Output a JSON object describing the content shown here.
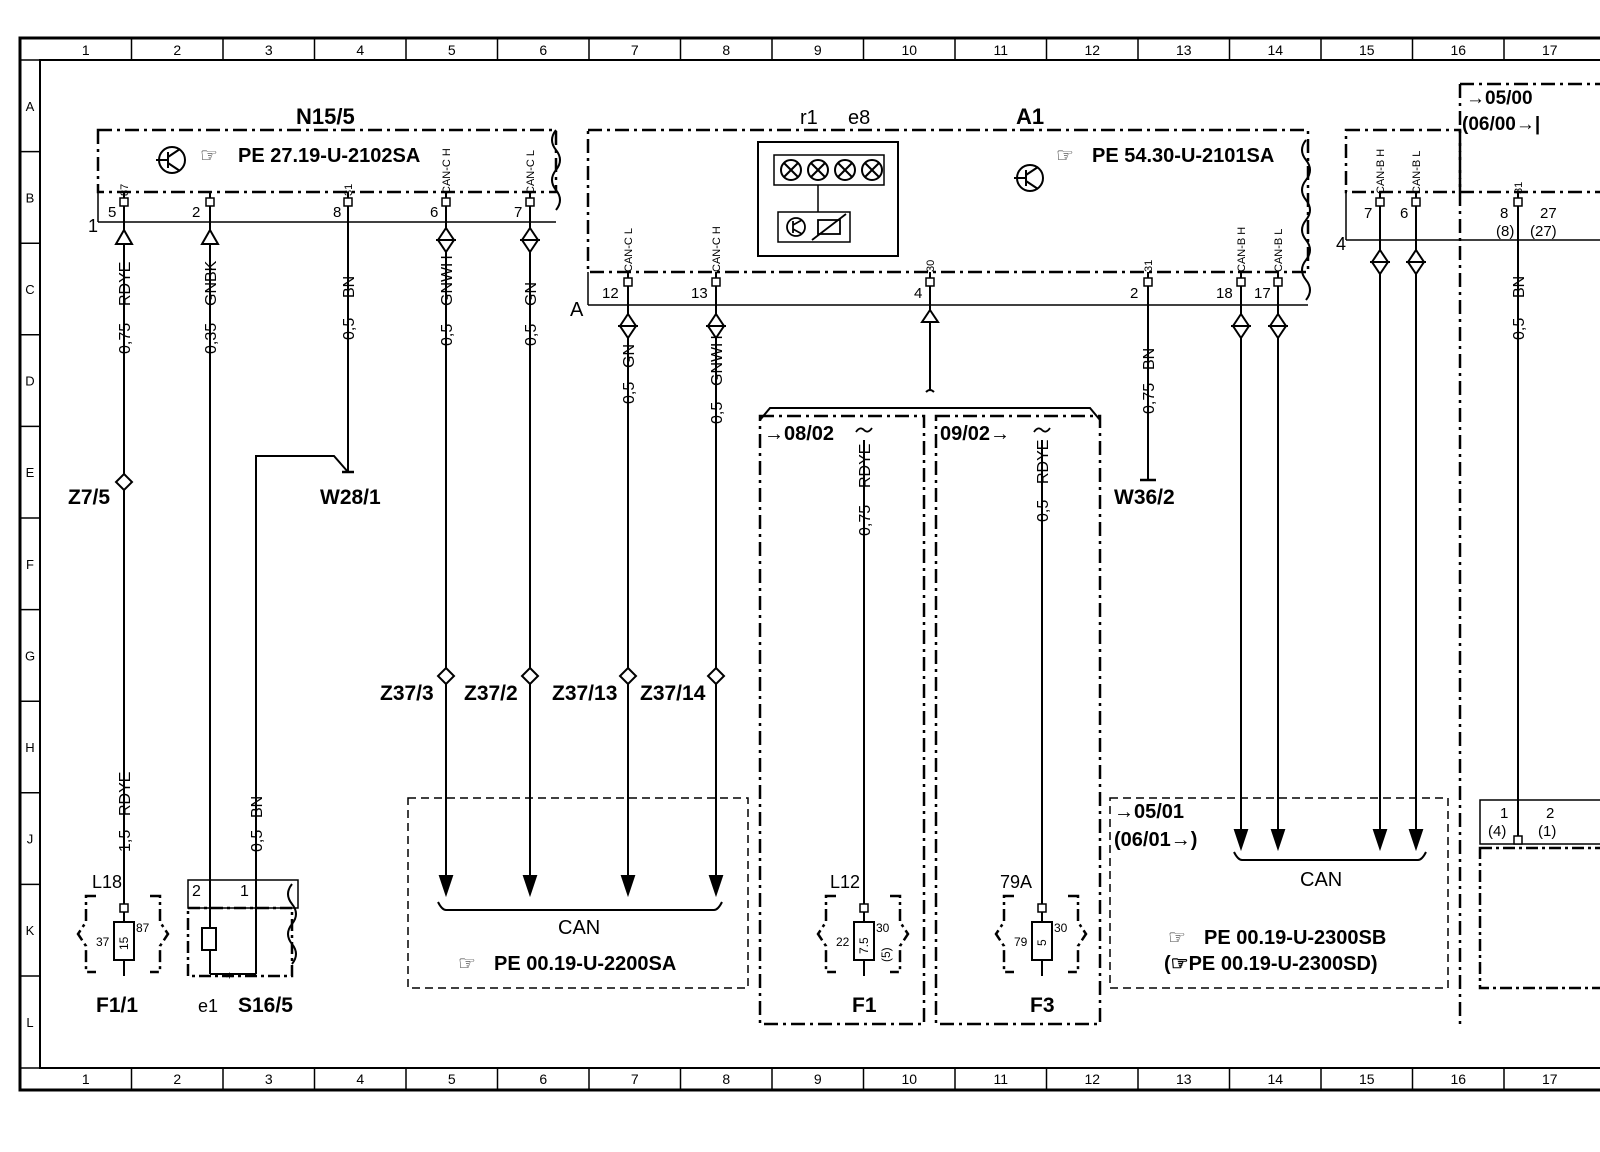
{
  "grid": {
    "columns": [
      "1",
      "2",
      "3",
      "4",
      "5",
      "6",
      "7",
      "8",
      "9",
      "10",
      "11",
      "12",
      "13",
      "14",
      "15",
      "16",
      "17"
    ],
    "rows": [
      "A",
      "B",
      "C",
      "D",
      "E",
      "F",
      "G",
      "H",
      "J",
      "K",
      "L"
    ]
  },
  "components": {
    "n15_5": {
      "id": "N15/5",
      "ref": "PE  27.19-U-2102SA",
      "ref_icon": "pointing-hand-icon",
      "conn": "1",
      "pins": [
        {
          "num": "5",
          "name": "87"
        },
        {
          "num": "2",
          "name": ""
        },
        {
          "num": "8",
          "name": "31"
        },
        {
          "num": "6",
          "name": "CAN-C H"
        },
        {
          "num": "7",
          "name": "CAN-C L"
        }
      ]
    },
    "a1": {
      "id": "A1",
      "ref": "PE  54.30-U-2101SA",
      "ref_icon": "pointing-hand-icon",
      "sub": [
        "r1",
        "e8"
      ],
      "conn": "A",
      "pins": [
        {
          "num": "12",
          "name": "CAN-C L"
        },
        {
          "num": "13",
          "name": "CAN-C H"
        },
        {
          "num": "4",
          "name": "30"
        },
        {
          "num": "2",
          "name": "31"
        },
        {
          "num": "18",
          "name": "CAN-B H"
        },
        {
          "num": "17",
          "name": "CAN-B L"
        }
      ]
    },
    "right_module": {
      "conn": "4",
      "pins": [
        {
          "num": "7",
          "name": "CAN-B H"
        },
        {
          "num": "6",
          "name": "CAN-B L"
        },
        {
          "num": "8",
          "alt": "(8)",
          "name": "31"
        },
        {
          "num": "27",
          "alt": "(27)",
          "name": ""
        }
      ],
      "ref": [
        "→05/00",
        "(06/00→|"
      ]
    },
    "f1_1": {
      "id": "F1/1",
      "label": "L18",
      "pins": [
        "37",
        "15",
        "87"
      ]
    },
    "s16_5": {
      "id": "S16/5",
      "sub": "e1",
      "pins": [
        "2",
        "1"
      ]
    },
    "f1": {
      "id": "F1",
      "label": "L12",
      "pins": [
        "22",
        "7.5",
        "30",
        "(5)"
      ]
    },
    "f3": {
      "id": "F3",
      "label": "79A",
      "pins": [
        "79",
        "5",
        "30"
      ]
    },
    "right_bottom": {
      "pins": [
        "1",
        "(4)",
        "2",
        "(1)"
      ]
    }
  },
  "wires": [
    {
      "size": "0,75",
      "color": "RDYE"
    },
    {
      "size": "0,35",
      "color": "GNBK"
    },
    {
      "size": "0,5",
      "color": "BN"
    },
    {
      "size": "0,5",
      "color": "GNWH"
    },
    {
      "size": "0,5",
      "color": "GN"
    },
    {
      "size": "0,5",
      "color": "GN"
    },
    {
      "size": "0,5",
      "color": "GNWH"
    },
    {
      "size": "0,75",
      "color": "BN"
    },
    {
      "size": "0,5",
      "color": "BN"
    },
    {
      "size": "1,5",
      "color": "RDYE"
    },
    {
      "size": "0,5",
      "color": "BN"
    },
    {
      "size": "0,75",
      "color": "RDYE"
    },
    {
      "size": "0,5",
      "color": "RDYE"
    }
  ],
  "nodes": [
    "Z7/5",
    "W28/1",
    "Z37/3",
    "Z37/2",
    "Z37/13",
    "Z37/14",
    "W36/2"
  ],
  "branches": {
    "left": "→08/02",
    "right": "09/02→"
  },
  "can_boxes": [
    {
      "label": "CAN",
      "ref": "PE  00.19-U-2200SA",
      "ref_icon": "pointing-hand-icon"
    },
    {
      "label": "CAN",
      "line1": "→05/01",
      "line2": "(06/01→)",
      "ref": "PE  00.19-U-2300SB",
      "ref2": "(☞PE  00.19-U-2300SD)",
      "ref_icon": "pointing-hand-icon"
    }
  ]
}
